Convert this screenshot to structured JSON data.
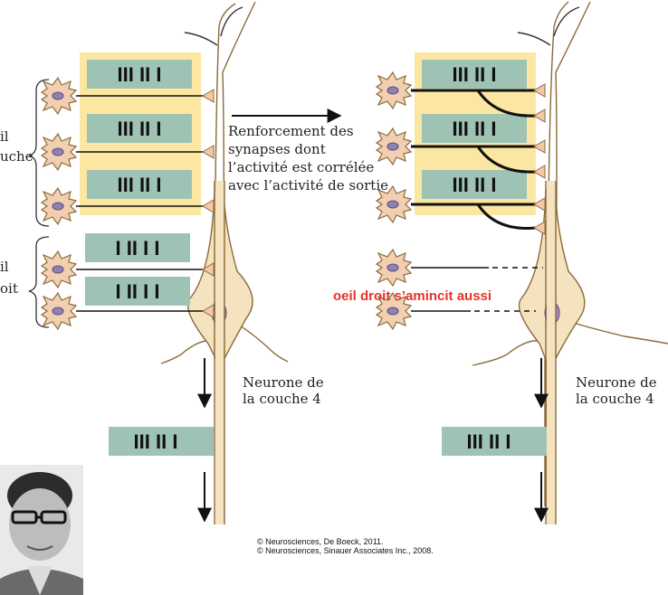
{
  "left_labels": {
    "group1": [
      "il",
      "uche"
    ],
    "group2": [
      "il",
      "oit"
    ]
  },
  "arrow_caption": [
    "Renforcement des",
    "synapses dont",
    "l’activité est corrélée",
    "avec l’activité de sortie"
  ],
  "neuron_label_left": [
    "Neurone de",
    "la couche 4"
  ],
  "neuron_label_right": [
    "Neurone de",
    "la couche 4"
  ],
  "spikes": {
    "left_eye_pattern": "III    II    I",
    "right_eye_pattern": "I    II    I    I",
    "output_pattern": "III    II    I"
  },
  "annotation": {
    "text": "oeil droit s’amincit aussi",
    "color": "#e8322b"
  },
  "credits": [
    "© Neurosciences, De Boeck, 2011.",
    "© Neurosciences, Sinauer Associates Inc., 2008."
  ],
  "colors": {
    "soma": "#f5e3bf",
    "soma_stroke": "#8a6a3a",
    "nucleus": "#a58bbf",
    "highlight": "#fbe6a2",
    "spike_box": "#9ec3b4",
    "input_neuron": "#f2cfb0",
    "input_nucleus": "#9180b3"
  }
}
